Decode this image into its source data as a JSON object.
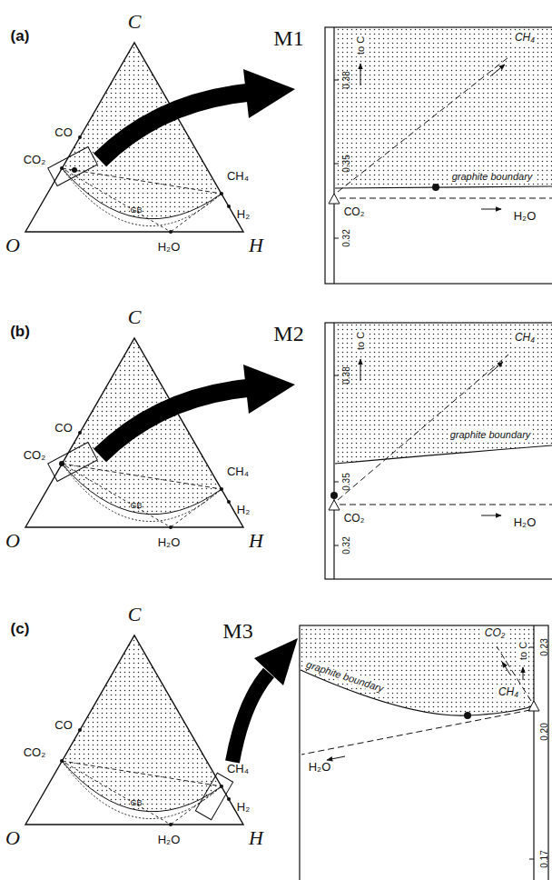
{
  "diagram": {
    "labels": [
      "(a)",
      "C",
      "M1",
      "CO",
      "CO₂",
      "CH₄",
      "GB",
      "H₂",
      "H₂O",
      "O",
      "H",
      "0.38",
      "0.35",
      "0.32",
      "to C",
      "CH₄",
      "graphite boundary",
      "CO₂",
      "H₂O",
      "(b)",
      "C",
      "M2",
      "CO",
      "CO₂",
      "CH₄",
      "GB",
      "H₂",
      "H₂O",
      "O",
      "H",
      "0.38",
      "0.35",
      "0.32",
      "to C",
      "CH₄",
      "graphite boundary",
      "CO₂",
      "H₂O",
      "(c)",
      "C",
      "M3",
      "CO",
      "CO₂",
      "CH₄",
      "GB",
      "H₂",
      "H₂O",
      "O",
      "H",
      "CO₂",
      "to C",
      "0.23",
      "graphite boundary",
      "0.20",
      "CH₄",
      "H₂O",
      "0.17"
    ]
  }
}
